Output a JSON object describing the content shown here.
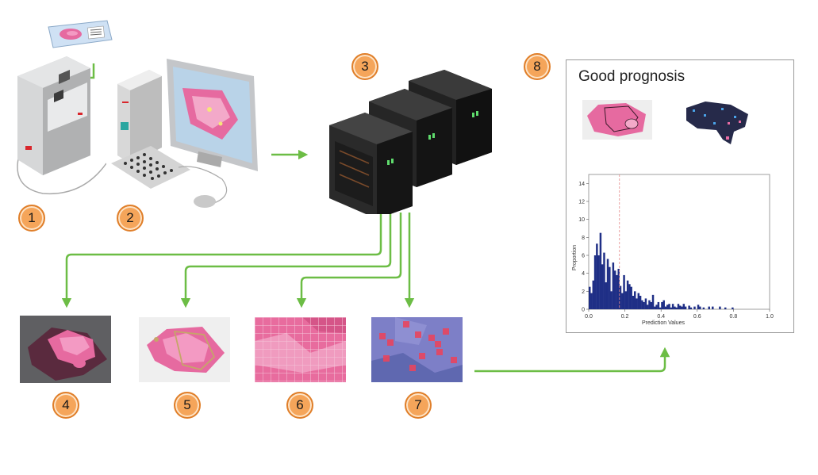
{
  "steps": [
    {
      "number": "1"
    },
    {
      "number": "2"
    },
    {
      "number": "3"
    },
    {
      "number": "4"
    },
    {
      "number": "5"
    },
    {
      "number": "6"
    },
    {
      "number": "7"
    },
    {
      "number": "8"
    }
  ],
  "result_panel": {
    "title": "Good prognosis"
  },
  "colors": {
    "arrow": "#6cbd45",
    "badge_fill": "#f5a55a",
    "badge_border": "#e07f2a",
    "tissue_pink": "#e66aa0",
    "histogram_bar": "#1f2f86"
  },
  "chart_data": {
    "type": "bar",
    "xlabel": "Prediction Values",
    "ylabel": "Proportion",
    "xlim": [
      0,
      1.0
    ],
    "ylim": [
      0,
      15
    ],
    "xticks": [
      "0.0",
      "0.2",
      "0.4",
      "0.6",
      "0.8",
      "1.0"
    ],
    "yticks": [
      "0",
      "2",
      "4",
      "6",
      "8",
      "10",
      "12",
      "14"
    ],
    "threshold_line": 0.17,
    "bin_width": 0.01,
    "bin_starts": [
      0.0,
      0.01,
      0.02,
      0.03,
      0.04,
      0.05,
      0.06,
      0.07,
      0.08,
      0.09,
      0.1,
      0.11,
      0.12,
      0.13,
      0.14,
      0.15,
      0.16,
      0.17,
      0.18,
      0.19,
      0.2,
      0.21,
      0.22,
      0.23,
      0.24,
      0.25,
      0.26,
      0.27,
      0.28,
      0.29,
      0.3,
      0.31,
      0.32,
      0.33,
      0.34,
      0.35,
      0.36,
      0.37,
      0.38,
      0.39,
      0.4,
      0.41,
      0.42,
      0.43,
      0.44,
      0.45,
      0.46,
      0.47,
      0.48,
      0.49,
      0.5,
      0.51,
      0.52,
      0.53,
      0.54,
      0.55,
      0.56,
      0.57,
      0.58,
      0.59,
      0.6,
      0.61,
      0.62,
      0.63,
      0.64,
      0.65,
      0.66,
      0.67,
      0.68,
      0.69,
      0.7,
      0.71,
      0.72,
      0.73,
      0.74,
      0.75,
      0.76,
      0.77,
      0.78,
      0.79
    ],
    "values": [
      2.5,
      1.8,
      3.2,
      6.0,
      7.3,
      6.0,
      8.5,
      5.0,
      6.3,
      3.0,
      5.6,
      4.7,
      2.0,
      5.2,
      4.3,
      3.8,
      4.5,
      2.6,
      1.8,
      3.8,
      2.0,
      3.2,
      2.8,
      2.5,
      1.5,
      2.0,
      1.2,
      1.8,
      1.5,
      1.0,
      0.8,
      1.2,
      0.5,
      1.0,
      0.8,
      1.6,
      0.3,
      0.5,
      0.8,
      0.2,
      0.8,
      1.0,
      0.3,
      0.5,
      0.6,
      0.2,
      0.6,
      0.3,
      0.2,
      0.6,
      0.4,
      0.3,
      0.6,
      0.3,
      0.0,
      0.4,
      0.2,
      0.0,
      0.3,
      0.0,
      0.5,
      0.3,
      0.0,
      0.2,
      0.0,
      0.0,
      0.3,
      0.0,
      0.3,
      0.0,
      0.0,
      0.0,
      0.3,
      0.0,
      0.0,
      0.2,
      0.0,
      0.0,
      0.0,
      0.2
    ]
  }
}
